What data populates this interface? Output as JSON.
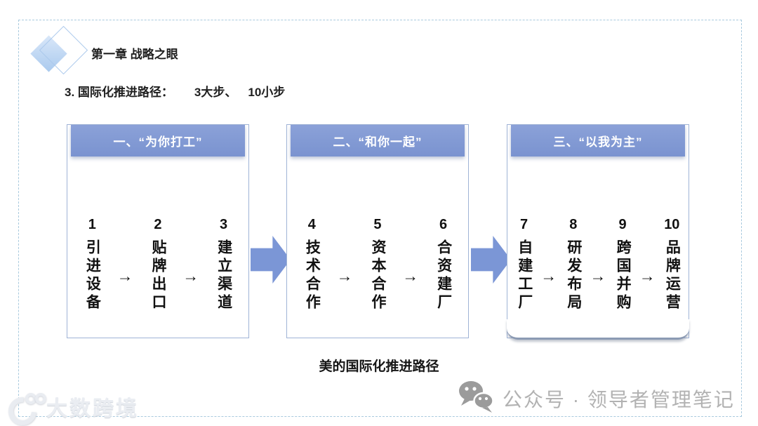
{
  "header": {
    "chapter_title": "第一章 战略之眼",
    "subtitle_label": "3. 国际化推进路径：",
    "subtitle_big_steps": "3大步、",
    "subtitle_small_steps": "10小步"
  },
  "boxes": [
    {
      "title": "一、“为你打工”",
      "steps": [
        {
          "num": "1",
          "label": "引进设备"
        },
        {
          "num": "2",
          "label": "贴牌出口"
        },
        {
          "num": "3",
          "label": "建立渠道"
        }
      ]
    },
    {
      "title": "二、“和你一起”",
      "steps": [
        {
          "num": "4",
          "label": "技术合作"
        },
        {
          "num": "5",
          "label": "资本合作"
        },
        {
          "num": "6",
          "label": "合资建厂"
        }
      ]
    },
    {
      "title": "三、“以我为主”",
      "steps": [
        {
          "num": "7",
          "label": "自建工厂"
        },
        {
          "num": "8",
          "label": "研发布局"
        },
        {
          "num": "9",
          "label": "跨国并购"
        },
        {
          "num": "10",
          "label": "品牌运营"
        }
      ]
    }
  ],
  "glyphs": {
    "arrow": "→"
  },
  "caption": "美的国际化推进路径",
  "footer": {
    "wechat_label": "公众号 · 领导者管理笔记",
    "watermark_label": "大数跨境"
  },
  "icons": {
    "diamond_decoration": "diamond-decoration",
    "wechat": "wechat-icon",
    "big_arrow": "flow-arrow-right"
  },
  "colors": {
    "header_blue": "#7d97d3",
    "arrow_blue": "#7b96d6",
    "box_border": "#9fb3d6",
    "dashed_border": "#a9cade",
    "footer_gray": "#b2b2b2",
    "text_black": "#161616"
  }
}
